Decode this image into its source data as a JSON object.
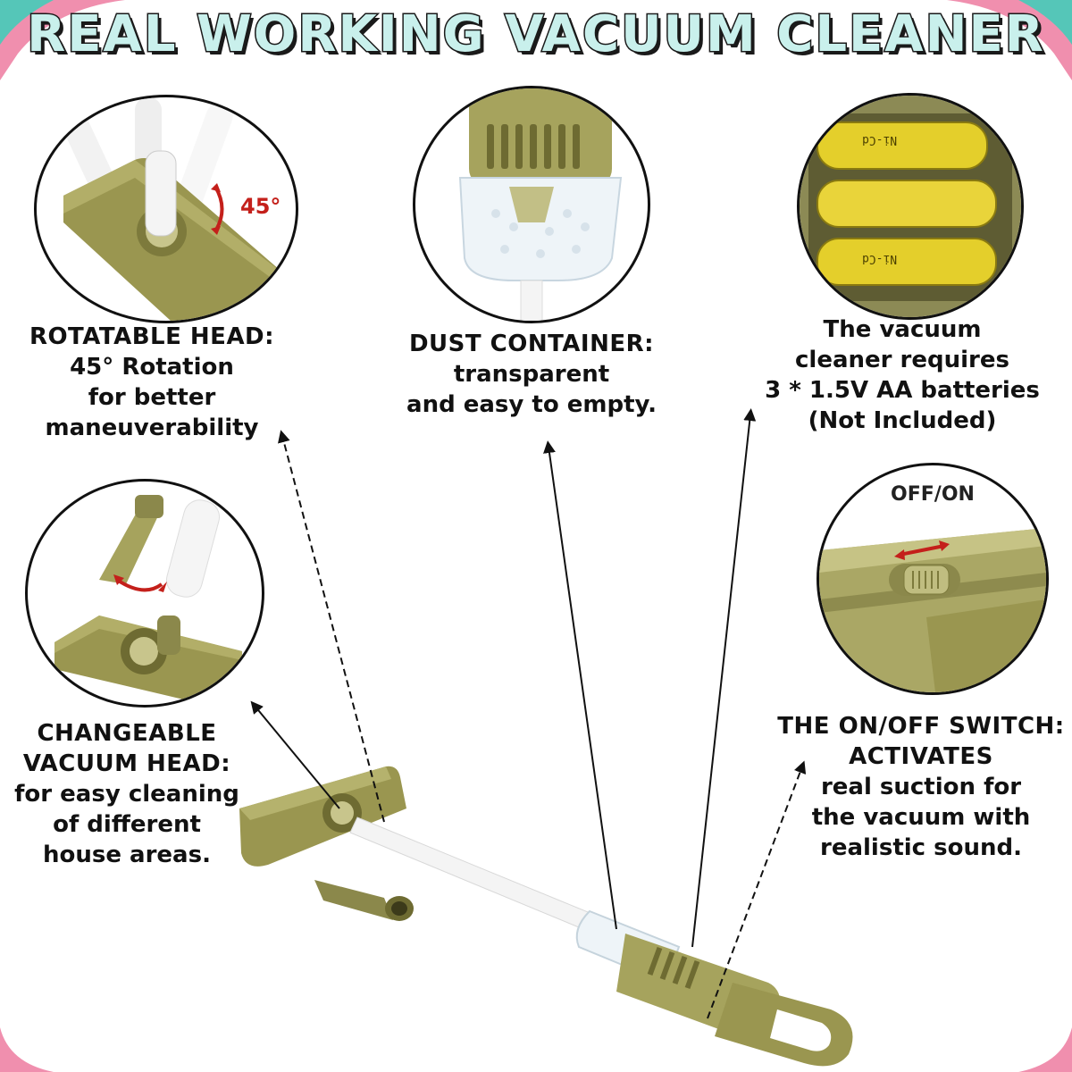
{
  "title": "REAL WORKING VACUUM CLEANER",
  "colors": {
    "olive": "#9a9650",
    "olive_dark": "#6e6b32",
    "arrow_red": "#c4201b",
    "border_pink": "#f08fae",
    "border_teal": "#55c6b8"
  },
  "features": {
    "rotatable": {
      "heading": "ROTATABLE HEAD:",
      "lines": [
        "45° Rotation",
        "for better",
        "maneuverability"
      ],
      "angle_label": "45°"
    },
    "dust": {
      "heading": "DUST CONTAINER:",
      "lines": [
        "transparent",
        "and easy to empty."
      ]
    },
    "battery": {
      "lines": [
        "The vacuum",
        "cleaner requires",
        "3 * 1.5V AA batteries",
        "(Not Included)"
      ],
      "battery_text": "Ni-Cd"
    },
    "switch": {
      "circle_label": "OFF/ON",
      "heading": "THE ON/OFF SWITCH:",
      "subheading": "ACTIVATES",
      "lines": [
        "real suction for",
        "the vacuum with",
        "realistic sound."
      ]
    },
    "changeable": {
      "heading_lines": [
        "CHANGEABLE",
        "VACUUM HEAD:"
      ],
      "lines": [
        "for easy cleaning",
        "of different",
        "house areas."
      ]
    }
  }
}
